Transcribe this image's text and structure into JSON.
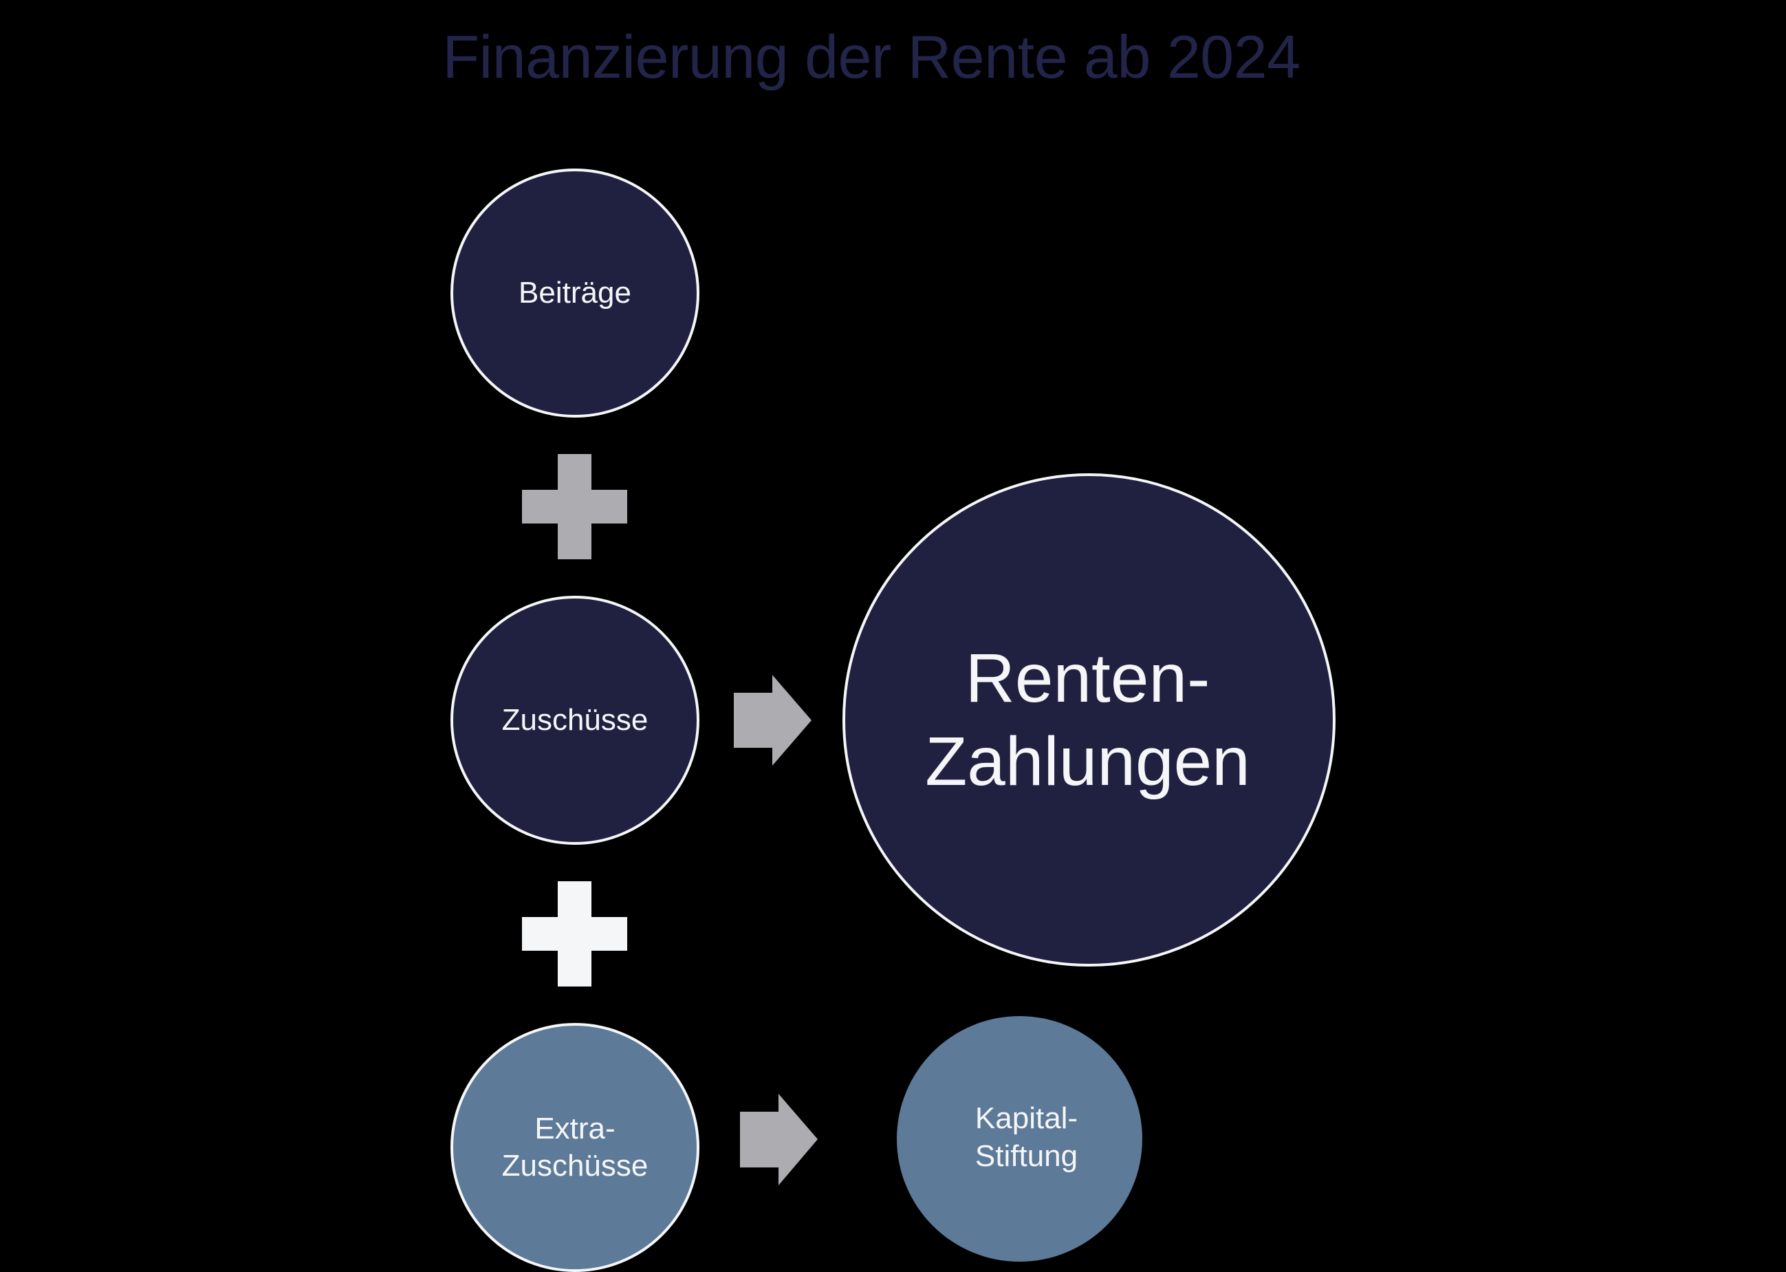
{
  "title": "Finanzierung der Rente ab 2024",
  "colors": {
    "background": "#000000",
    "title": "#23244a",
    "dark_node": "#202140",
    "steel_node": "#5d7a98",
    "node_border": "#f5f6f8",
    "node_text": "#f5f6f8",
    "plus_gray": "#adadb1",
    "plus_white": "#f5f6f8",
    "arrow": "#adadb1"
  },
  "nodes": {
    "beitraege": {
      "label": "Beiträge"
    },
    "zuschuesse": {
      "label": "Zuschüsse"
    },
    "extra_zuschuesse": {
      "line1": "Extra-",
      "line2": "Zuschüsse"
    },
    "renten_zahlungen": {
      "line1": "Renten-",
      "line2": "Zahlungen"
    },
    "kapital_stiftung": {
      "line1": "Kapital-",
      "line2": "Stiftung"
    }
  },
  "connectors": [
    {
      "type": "plus",
      "from": "Beiträge",
      "to": "Zuschüsse",
      "color": "#adadb1"
    },
    {
      "type": "plus",
      "from": "Zuschüsse",
      "to": "Extra-Zuschüsse",
      "color": "#f5f6f8"
    },
    {
      "type": "arrow",
      "from": "Zuschüsse",
      "to": "Renten-Zahlungen"
    },
    {
      "type": "arrow",
      "from": "Extra-Zuschüsse",
      "to": "Kapital-Stiftung"
    }
  ]
}
